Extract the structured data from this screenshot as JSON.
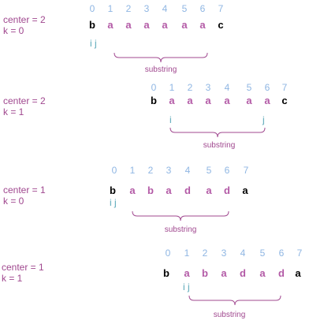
{
  "diagrams": [
    {
      "center_label": "center = 2",
      "k_label": "k = 0",
      "indices": [
        "0",
        "1",
        "2",
        "3",
        "4",
        "5",
        "6",
        "7"
      ],
      "chars": [
        {
          "c": "b",
          "hl": false
        },
        {
          "c": "a",
          "hl": true
        },
        {
          "c": "a",
          "hl": true
        },
        {
          "c": "a",
          "hl": true
        },
        {
          "c": "a",
          "hl": true
        },
        {
          "c": "a",
          "hl": true
        },
        {
          "c": "a",
          "hl": true
        },
        {
          "c": "c",
          "hl": false
        }
      ],
      "pointers": "i j",
      "pointer_i": "",
      "pointer_j": "",
      "substring_label": "substring"
    },
    {
      "center_label": "center = 2",
      "k_label": "k = 1",
      "indices": [
        "0",
        "1",
        "2",
        "3",
        "4",
        "5",
        "6",
        "7"
      ],
      "chars": [
        {
          "c": "b",
          "hl": false
        },
        {
          "c": "a",
          "hl": true
        },
        {
          "c": "a",
          "hl": true
        },
        {
          "c": "a",
          "hl": true
        },
        {
          "c": "a",
          "hl": true
        },
        {
          "c": "a",
          "hl": true
        },
        {
          "c": "a",
          "hl": true
        },
        {
          "c": "c",
          "hl": false
        }
      ],
      "pointers": "",
      "pointer_i": "i",
      "pointer_j": "j",
      "substring_label": "substring"
    },
    {
      "center_label": "center = 1",
      "k_label": "k = 0",
      "indices": [
        "0",
        "1",
        "2",
        "3",
        "4",
        "5",
        "6",
        "7"
      ],
      "chars": [
        {
          "c": "b",
          "hl": false
        },
        {
          "c": "a",
          "hl": true
        },
        {
          "c": "b",
          "hl": true
        },
        {
          "c": "a",
          "hl": true
        },
        {
          "c": "d",
          "hl": true
        },
        {
          "c": "a",
          "hl": true
        },
        {
          "c": "d",
          "hl": true
        },
        {
          "c": "a",
          "hl": false
        }
      ],
      "pointers": "i j",
      "pointer_i": "",
      "pointer_j": "",
      "substring_label": "substring"
    },
    {
      "center_label": "center = 1",
      "k_label": "k = 1",
      "indices": [
        "0",
        "1",
        "2",
        "3",
        "4",
        "5",
        "6",
        "7"
      ],
      "chars": [
        {
          "c": "b",
          "hl": false
        },
        {
          "c": "a",
          "hl": true
        },
        {
          "c": "b",
          "hl": true
        },
        {
          "c": "a",
          "hl": true
        },
        {
          "c": "d",
          "hl": true
        },
        {
          "c": "a",
          "hl": true
        },
        {
          "c": "d",
          "hl": true
        },
        {
          "c": "a",
          "hl": false
        }
      ],
      "pointers": "i j",
      "pointer_i": "",
      "pointer_j": "",
      "substring_label": "substring"
    }
  ],
  "colors": {
    "label": "#a0488f",
    "index": "#8fb6e3",
    "highlight_char": "#b35aa6",
    "normal_char": "#000000",
    "pointer": "#57a6b6",
    "brace": "#a0488f"
  }
}
